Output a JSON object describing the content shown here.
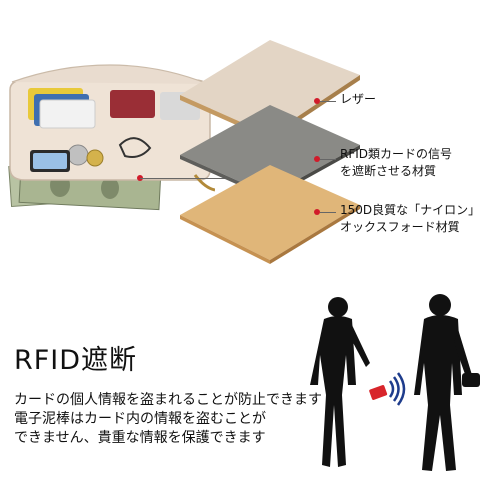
{
  "layers": [
    {
      "label_lines": [
        "レザー"
      ],
      "color": "#e3d5c5"
    },
    {
      "label_lines": [
        "RFID類カードの信号",
        "を遮断させる材質"
      ],
      "color": "#8a8a86"
    },
    {
      "label_lines": [
        "150D良質な「ナイロン」",
        "オックスフォード材質"
      ],
      "color": "#e0b679"
    }
  ],
  "rfid": {
    "title": "RFID遮断",
    "description_lines": [
      "カードの個人情報を盗まれることが防止できます",
      "電子泥棒はカード内の情報を盗むことが",
      "できません、貴重な情報を保護できます"
    ]
  },
  "colors": {
    "marker": "#d11b2a",
    "card_red": "#d8252b",
    "signal": "#1e3c8c"
  }
}
